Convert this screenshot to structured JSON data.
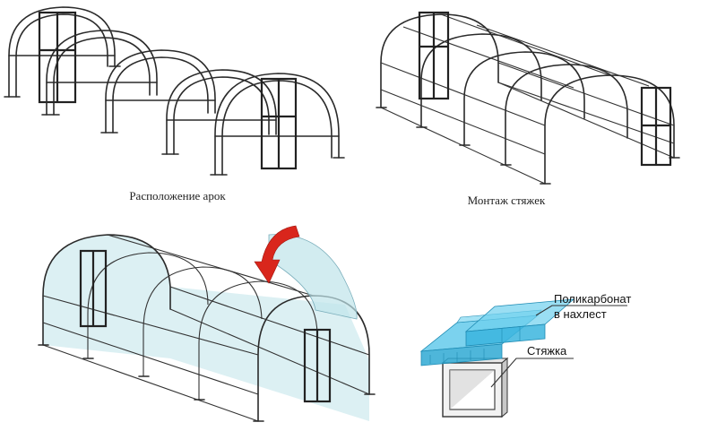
{
  "captions": {
    "arches": "Расположение арок",
    "ties": "Монтаж стяжек"
  },
  "labels": {
    "polycarbonate_line1": "Поликарбонат",
    "polycarbonate_line2": "в нахлест",
    "tie": "Стяжка"
  },
  "colors": {
    "frame": "#2a2a2a",
    "sheet": "#bfe4ea",
    "polycarbonate": "#4fc3e8",
    "arrow": "#d9261c"
  }
}
